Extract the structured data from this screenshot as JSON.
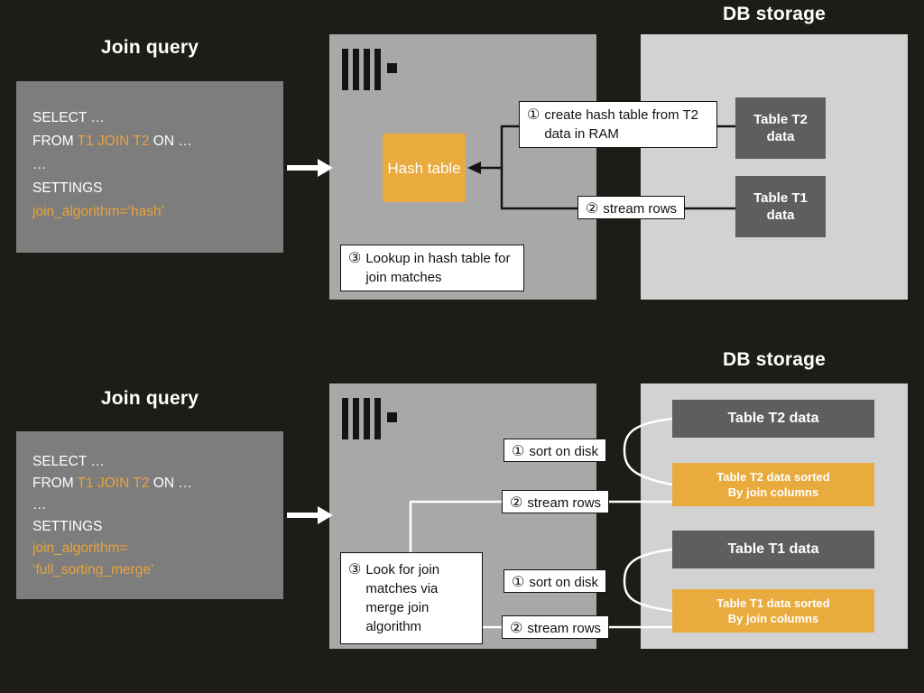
{
  "colors": {
    "background": "#1D1C16",
    "sql_box": "#7D7D7D",
    "server_box": "#A8A8A8",
    "db_storage_box": "#D2D2D2",
    "table_box_dark": "#5E5E5E",
    "amber_box": "#E9AB3D",
    "sql_highlight_text": "#E8A33C",
    "connector_dark": "#141414",
    "connector_light": "#FFFFFF"
  },
  "hash_join": {
    "db_storage_title": "DB storage",
    "join_query_title": "Join query",
    "sql": {
      "select": "SELECT …",
      "from": "FROM ",
      "from_tables": "T1 JOIN T2",
      "on": " ON …",
      "ellipsis": "…",
      "settings": "SETTINGS",
      "algorithm": "join_algorithm=‘hash’"
    },
    "hash_table_box": "Hash table",
    "step1": {
      "num": "①",
      "text": "create hash table from T2 data in RAM"
    },
    "step2": {
      "num": "②",
      "text": "stream rows"
    },
    "step3": {
      "num": "③",
      "text": "Lookup in hash table for join matches"
    },
    "table_t2": "Table T2 data",
    "table_t1": "Table T1 data"
  },
  "merge_join": {
    "db_storage_title": "DB storage",
    "join_query_title": "Join query",
    "sql": {
      "select": "SELECT …",
      "from": "FROM ",
      "from_tables": "T1 JOIN T2",
      "on": " ON …",
      "ellipsis": "…",
      "settings": "SETTINGS",
      "algorithm_line1": "join_algorithm=",
      "algorithm_line2": "‘full_sorting_merge’"
    },
    "sort_step": {
      "num": "①",
      "text": "sort on disk"
    },
    "stream_step": {
      "num": "②",
      "text": "stream rows"
    },
    "step3": {
      "num": "③",
      "text": "Look for join matches via merge join algorithm"
    },
    "table_t2": "Table T2 data",
    "table_t2_sorted_line1": "Table T2 data sorted",
    "table_t2_sorted_line2": "By join columns",
    "table_t1": "Table T1 data",
    "table_t1_sorted_line1": "Table T1 data sorted",
    "table_t1_sorted_line2": "By join columns"
  }
}
